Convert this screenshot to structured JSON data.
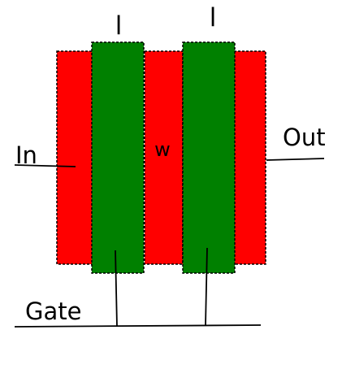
{
  "labels": {
    "top_left": "l",
    "top_right": "l",
    "middle": "w",
    "input": "In",
    "output": "Out",
    "gate": "Gate"
  },
  "colors": {
    "diffusion": "#ff0000",
    "gate": "#008000",
    "outline": "#000000",
    "background": "#ffffff"
  }
}
